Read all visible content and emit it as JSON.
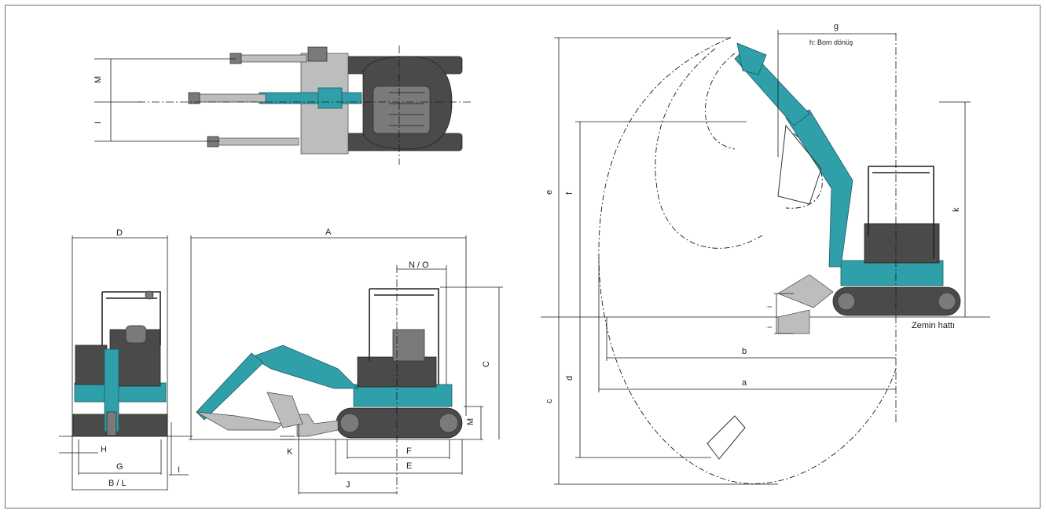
{
  "labels": {
    "M_top": "M",
    "I_top": "I",
    "D": "D",
    "H": "H",
    "G": "G",
    "BL": "B / L",
    "I_front": "I",
    "A": "A",
    "NO": "N / O",
    "C": "C",
    "M_side": "M",
    "F": "F",
    "E": "E",
    "J": "J",
    "K": "K",
    "g": "g",
    "h": "h: Bom dönüş",
    "e": "e",
    "f": "f",
    "k": "k",
    "i_upper": "i",
    "i_lower": "i",
    "ground": "Zemin hattı",
    "b": "b",
    "a": "a",
    "c": "c",
    "d": "d"
  },
  "colors": {
    "machine_accent": "#2fa0a9",
    "track": "#4a4a4a",
    "frame_border": "#6e6e6e"
  }
}
